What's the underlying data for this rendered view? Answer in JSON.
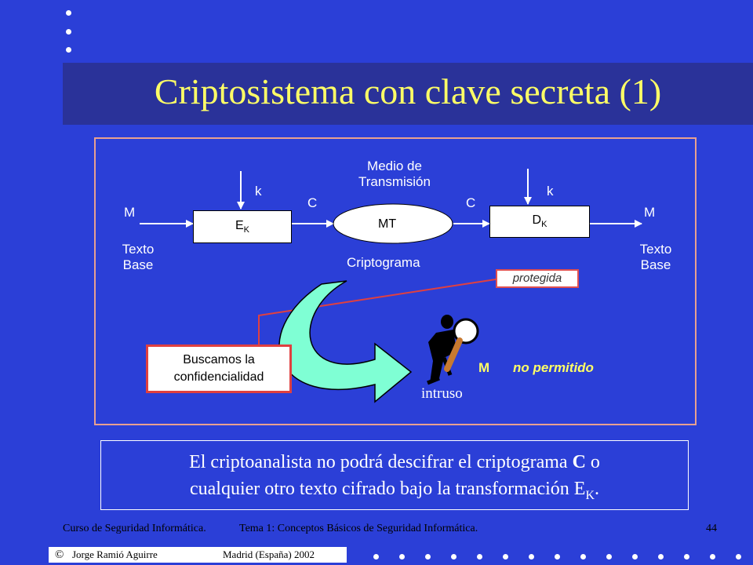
{
  "title": "Criptosistema con clave secreta (1)",
  "diagram": {
    "medio_line1": "Medio de",
    "medio_line2": "Transmisión",
    "k_left": "k",
    "k_right": "k",
    "m_left": "M",
    "m_right": "M",
    "c_left": "C",
    "c_right": "C",
    "ek_main": "E",
    "ek_sub": "K",
    "mt": "MT",
    "dk_main": "D",
    "dk_sub": "K",
    "texto_left_1": "Texto",
    "texto_left_2": "Base",
    "texto_right_1": "Texto",
    "texto_right_2": "Base",
    "criptograma": "Criptograma",
    "protegida": "protegida",
    "buscamos_1": "Buscamos la",
    "buscamos_2": "confidencialidad",
    "intruso": "intruso",
    "m_bottom": "M",
    "no_permitido": "no permitido"
  },
  "caption": {
    "line1_a": "El criptoanalista no podrá descifrar el criptograma ",
    "line1_bold": "C",
    "line1_b": " o",
    "line2_a": "cualquier otro texto cifrado bajo la transformación E",
    "line2_sub": "K",
    "line2_b": "."
  },
  "footer": {
    "course": "Curso de Seguridad Informática.",
    "topic": "Tema 1:  Conceptos Básicos de Seguridad Informática.",
    "page": "44",
    "copyright_symbol": "©",
    "author": "Jorge Ramió Aguirre",
    "place": "Madrid (España) 2002"
  },
  "colors": {
    "background": "#2B3FD7",
    "title_band": "#2A3299",
    "title_text": "#FFFF66",
    "frame_border": "#E8A090",
    "arrow_fill": "#7FFFD4",
    "red_line": "#E04040"
  }
}
